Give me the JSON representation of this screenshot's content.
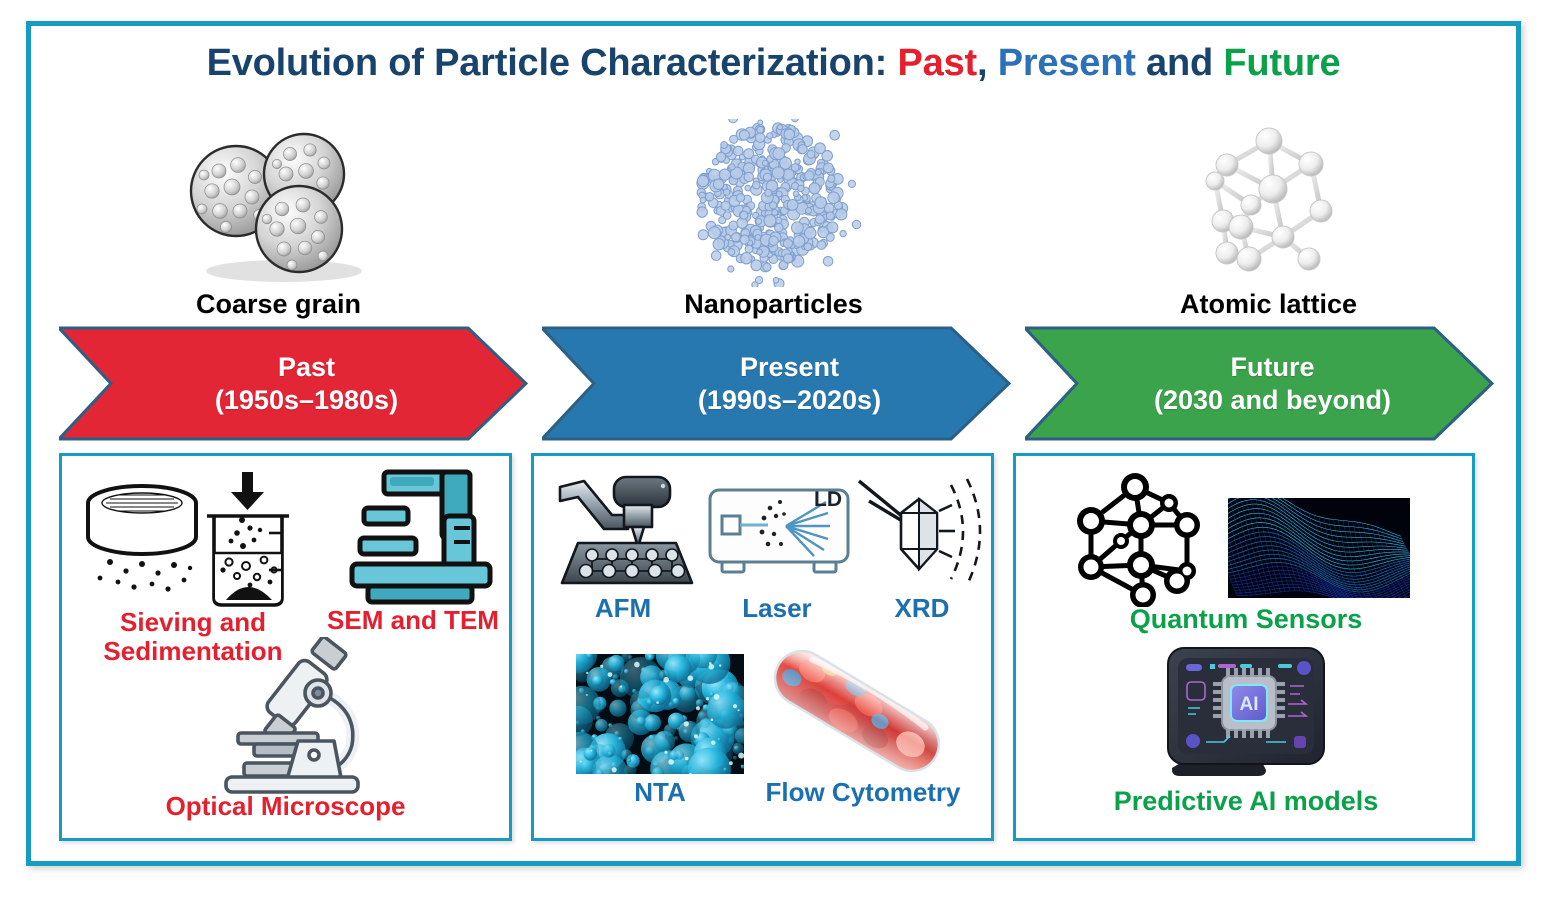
{
  "title": {
    "part1": "Evolution of Particle Characterization: ",
    "past": "Past",
    "comma": ", ",
    "present": "Present",
    "and": " and ",
    "future": "Future"
  },
  "specimens": [
    {
      "caption": "Coarse grain",
      "icon": "coarse-grain-spheres-icon"
    },
    {
      "caption": "Nanoparticles",
      "icon": "nanoparticle-cluster-icon"
    },
    {
      "caption": "Atomic lattice",
      "icon": "atomic-lattice-model-icon"
    }
  ],
  "banners": [
    {
      "era": "Past",
      "period": "(1950s–1980s)",
      "color": "#e32636"
    },
    {
      "era": "Present",
      "period": "(1990s–2020s)",
      "color": "#2878b0"
    },
    {
      "era": "Future",
      "period": "(2030 and beyond)",
      "color": "#3ba34b"
    }
  ],
  "panels": {
    "past": {
      "label_color": "#e5202e",
      "items": [
        {
          "label": "Sieving and\nSedimentation",
          "label_line1": "Sieving and",
          "label_line2": "Sedimentation",
          "icon": "sieve-and-beaker-icon"
        },
        {
          "label": "SEM and TEM",
          "icon": "electron-microscope-icon"
        },
        {
          "label": "Optical Microscope",
          "icon": "optical-microscope-icon"
        }
      ]
    },
    "present": {
      "label_color": "#1d70b0",
      "items": [
        {
          "label": "AFM",
          "icon": "afm-cantilever-icon"
        },
        {
          "label": "Laser",
          "icon": "laser-diffraction-icon",
          "badge": "LD"
        },
        {
          "label": "XRD",
          "icon": "xrd-crystal-diffraction-icon"
        },
        {
          "label": "NTA",
          "icon": "nta-particle-photo"
        },
        {
          "label": "Flow Cytometry",
          "icon": "flow-cytometry-capsule-icon"
        }
      ]
    },
    "future": {
      "label_color": "#0aa14a",
      "items": [
        {
          "label": "Quantum Sensors",
          "icon": "quantum-network-icon",
          "icon2": "wireframe-wave-surface-image"
        },
        {
          "label": "Predictive AI models",
          "icon": "ai-chip-monitor-icon"
        }
      ]
    }
  },
  "colors": {
    "frame": "#169cc0",
    "title_navy": "#17436d",
    "red": "#e5202e",
    "blue": "#1d70b0",
    "green": "#0aa14a"
  }
}
